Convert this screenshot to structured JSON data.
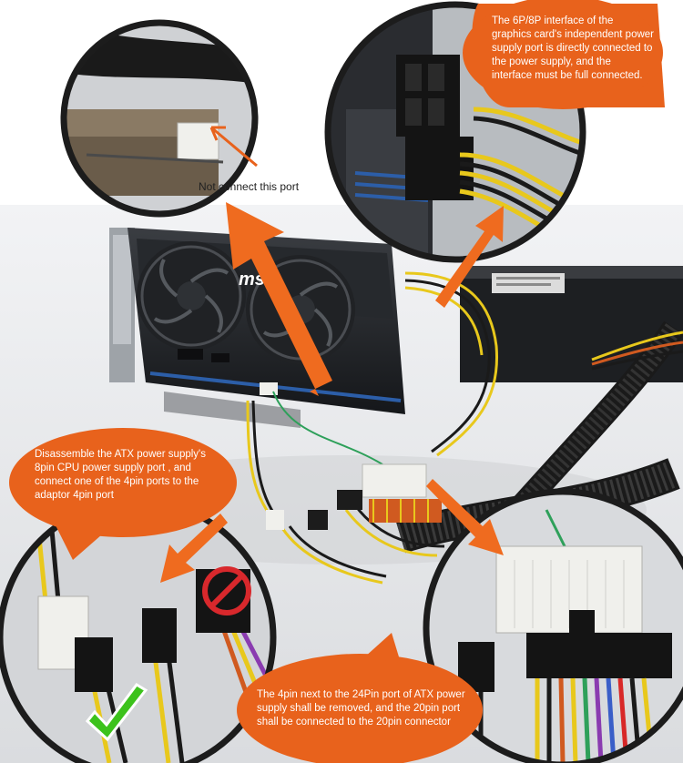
{
  "annotations": {
    "top_right": "The 6P/8P interface of the graphics card's independent power supply port is directly connected to the power supply, and the interface must be full connected.",
    "top_left": "Not connect this port",
    "mid_left": "Disassemble the ATX power supply's 8pin CPU power supply port , and connect one of the 4pin ports to the adaptor 4pin port",
    "bottom": "The 4pin next to the 24Pin port of ATX power supply shall be removed, and the 20pin port shall be connected to the 20pin connector"
  },
  "brand_logo": "msi",
  "colors": {
    "callout_orange": "#e8621c",
    "arrow_orange": "#ef6b1f",
    "wire_yellow": "#e8c81c",
    "connector_black": "#1c1c1c",
    "connector_white": "#f0f0ec",
    "check_green": "#3cc21c",
    "forbid_red": "#d8282c"
  },
  "icons": {
    "check": "check-mark-icon",
    "forbid": "prohibited-icon"
  }
}
